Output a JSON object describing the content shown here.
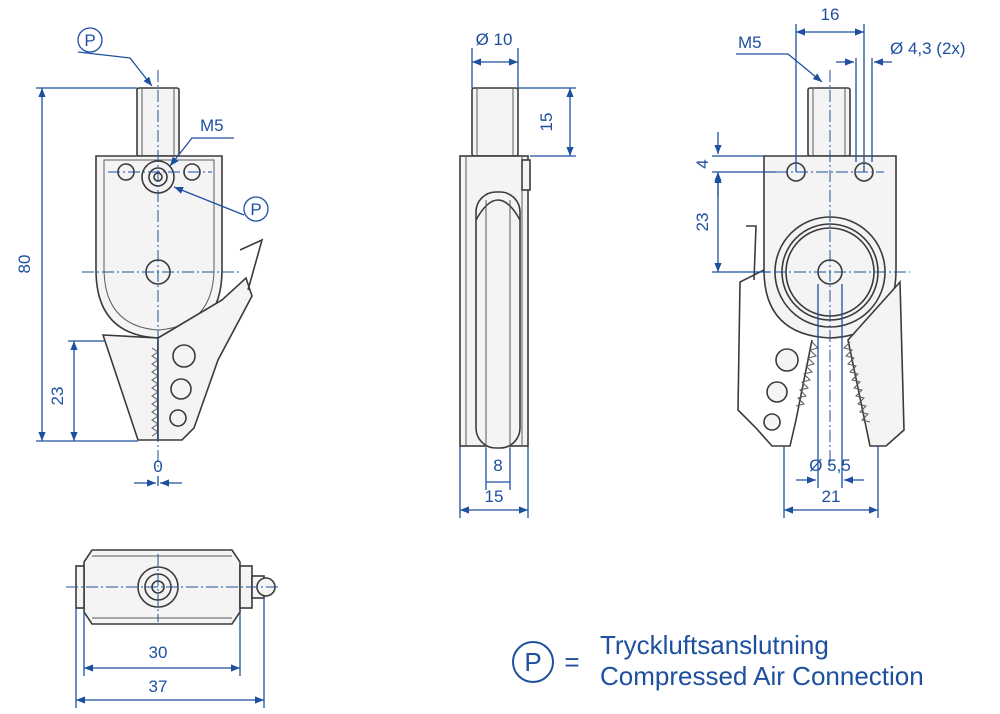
{
  "labels": {
    "p_symbol": "P",
    "m5_left": "M5",
    "dim_80": "80",
    "dim_23_left": "23",
    "dim_0": "0",
    "dim_d10": "Ø 10",
    "dim_15_top": "15",
    "dim_8": "8",
    "dim_15_bottom": "15",
    "dim_16": "16",
    "m5_right": "M5",
    "dim_d43": "Ø 4,3 (2x)",
    "dim_4": "4",
    "dim_23_right": "23",
    "dim_d55": "Ø 5,5",
    "dim_21": "21",
    "dim_30": "30",
    "dim_37": "37"
  },
  "legend": {
    "symbol": "P",
    "equals": "=",
    "line1": "Tryckluftsanslutning",
    "line2": "Compressed Air Connection"
  },
  "colors": {
    "dimension": "#1e50a0",
    "part_outline": "#3b3b3b"
  }
}
